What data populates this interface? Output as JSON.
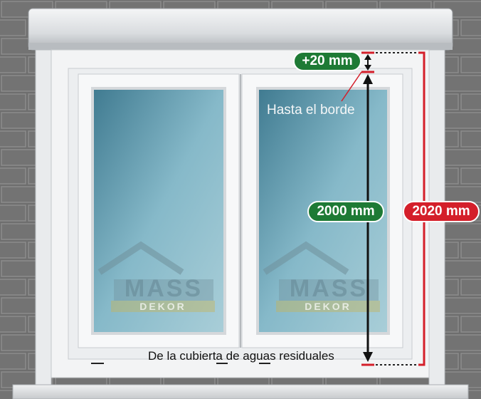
{
  "labels": {
    "plus_margin": "+20 mm",
    "to_edge": "Hasta el borde",
    "inner_height": "2000 mm",
    "total_height": "2020 mm",
    "bottom_reference": "De la cubierta de aguas residuales"
  },
  "watermark": {
    "brand_top": "MASS",
    "brand_bottom": "DEKOR"
  },
  "colors": {
    "green_pill": "#1e7a35",
    "red_pill": "#d41f2a",
    "brick": "#6f6f6f",
    "glass": "#7fb0c0"
  }
}
